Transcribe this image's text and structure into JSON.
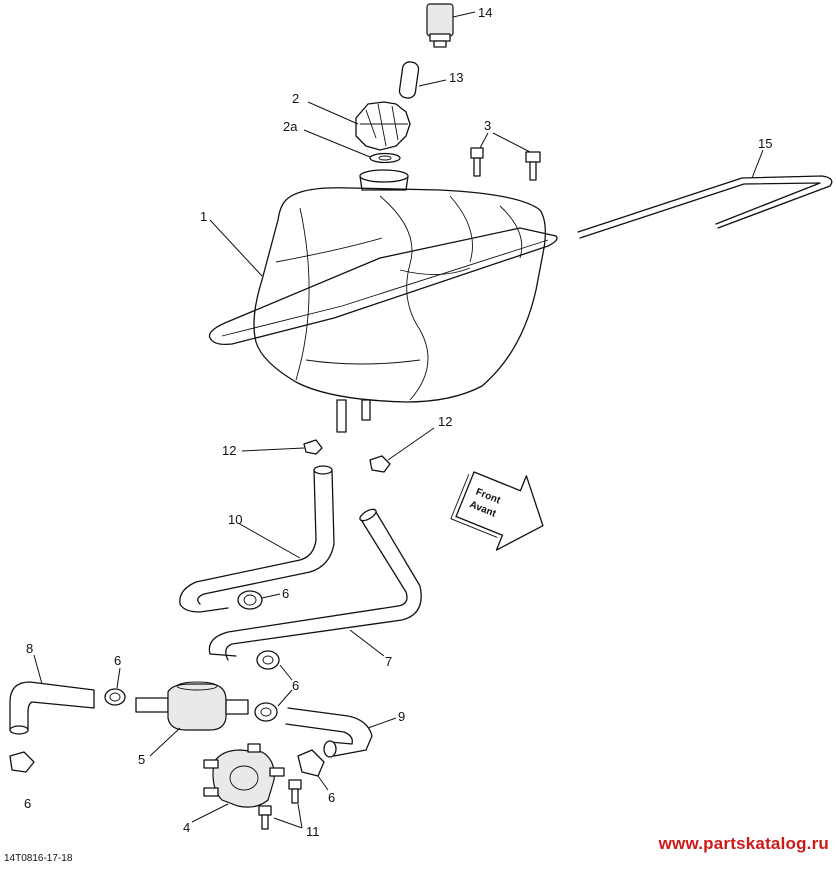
{
  "callouts": {
    "c14": "14",
    "c13": "13",
    "c2": "2",
    "c2a": "2a",
    "c3": "3",
    "c15": "15",
    "c1": "1",
    "c12_left": "12",
    "c12_right": "12",
    "c10": "10",
    "c6_a": "6",
    "c7": "7",
    "c8": "8",
    "c6_b": "6",
    "c6_c": "6",
    "c9": "9",
    "c5": "5",
    "c6_d": "6",
    "c6_e": "6",
    "c4": "4",
    "c11": "11"
  },
  "direction_arrow": {
    "line1": "Front",
    "line2": "Avant"
  },
  "figure_code": "14T0816-17-18",
  "watermark": "www.partskatalog.ru"
}
